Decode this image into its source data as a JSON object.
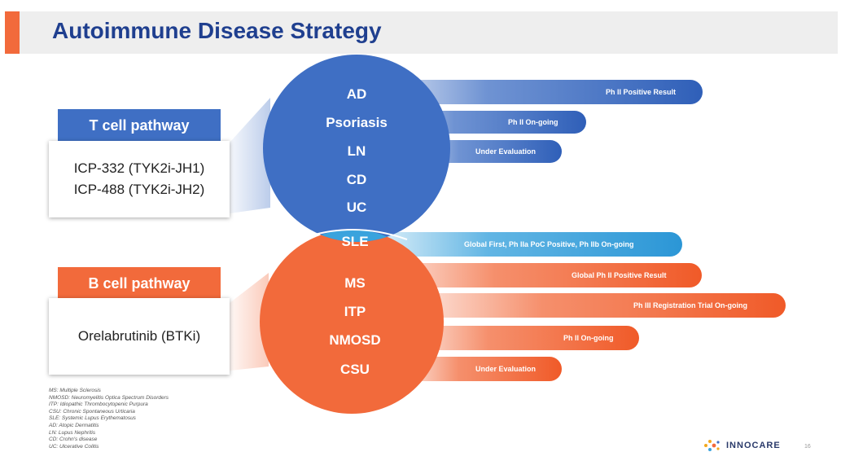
{
  "title": "Autoimmune Disease Strategy",
  "t_cell": {
    "label": "T cell pathway",
    "drugs": [
      "ICP-332 (TYK2i-JH1)",
      "ICP-488 (TYK2i-JH2)"
    ],
    "diseases": [
      "AD",
      "Psoriasis",
      "LN",
      "CD",
      "UC"
    ],
    "bars": [
      "Ph II Positive Result",
      "Ph II  On-going",
      "Under Evaluation"
    ],
    "color": "#3f6fc4"
  },
  "shared": {
    "disease": "SLE",
    "bar": "Global First, Ph IIa PoC Positive, Ph IIb On-going",
    "color": "#3aa3dd"
  },
  "b_cell": {
    "label": "B cell pathway",
    "drugs": [
      "Orelabrutinib (BTKi)"
    ],
    "diseases": [
      "MS",
      "ITP",
      "NMOSD",
      "CSU"
    ],
    "bars": [
      "Global Ph II Positive Result",
      "Ph III Registration Trial On-going",
      "Ph II On-going",
      "Under Evaluation"
    ],
    "color": "#f26a3b"
  },
  "footnotes": [
    "MS: Multiple Sclerosis",
    "NMOSD: Neuromyelitis Optica Spectrum Disorders",
    "ITP: Idiopathic Thrombocytopenic Purpura",
    "CSU: Chronic Spontaneous Urticaria",
    "SLE: Systemic Lupus Erythematosus",
    "AD: Atopic Dermatitis",
    "LN: Lupus Nephritis",
    "CD: Crohn's disease",
    "UC: Ulcerative Colitis"
  ],
  "logo": {
    "text": "INNOCARE",
    "icon": "innocare-logo-icon"
  },
  "page_number": "16"
}
